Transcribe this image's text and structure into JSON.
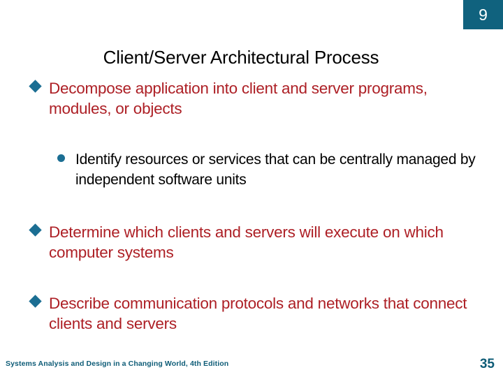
{
  "slide": {
    "badge_number": "9",
    "badge_color": "#10627E",
    "title": "Client/Server Architectural Process",
    "title_color": "#000000",
    "background": "#ffffff",
    "bullet_color": "#AD1F25",
    "marker_color": "#1B6E93",
    "subbullet_color": "#000000"
  },
  "bullets": [
    {
      "level": 1,
      "marker": "diamond-bullet-icon",
      "text": "Decompose application into client and server programs, modules, or objects"
    },
    {
      "level": 2,
      "marker": "round-bullet-icon",
      "text": "Identify resources or services that can be centrally managed by independent software units"
    },
    {
      "level": 1,
      "marker": "diamond-bullet-icon",
      "text": "Determine which clients and servers will execute on which computer systems"
    },
    {
      "level": 1,
      "marker": "diamond-bullet-icon",
      "text": "Describe communication protocols and networks that connect clients and servers"
    }
  ],
  "footer": {
    "source": "Systems Analysis and Design in a Changing World, 4th Edition",
    "page_number": "35",
    "color": "#0E5C77"
  }
}
